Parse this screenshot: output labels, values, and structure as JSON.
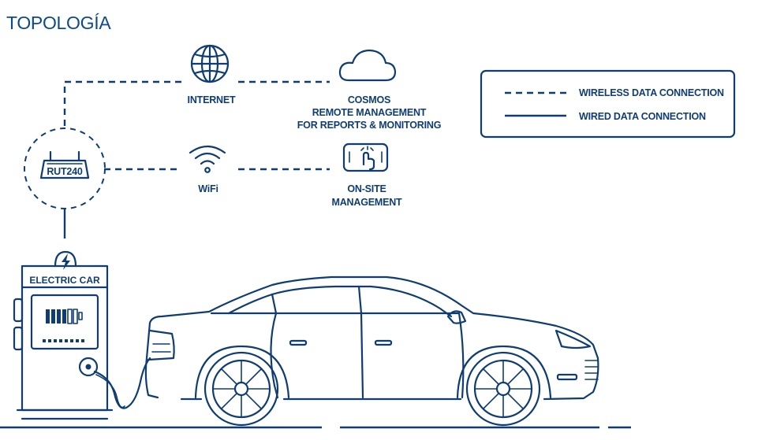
{
  "title": "TOPOLOGÍA",
  "nodes": {
    "internet": "INTERNET",
    "cosmos": [
      "COSMOS",
      "REMOTE MANAGEMENT",
      "FOR REPORTS & MONITORING"
    ],
    "router": "RUT240",
    "wifi": "WiFi",
    "onsite": [
      "ON-SITE",
      "MANAGEMENT"
    ],
    "charger": "ELECTRIC CAR"
  },
  "legend": {
    "wireless": "WIRELESS DATA CONNECTION",
    "wired": "WIRED DATA CONNECTION"
  },
  "colors": {
    "primary": "#0f3d73",
    "title": "#0c4a8c",
    "background": "#ffffff"
  }
}
